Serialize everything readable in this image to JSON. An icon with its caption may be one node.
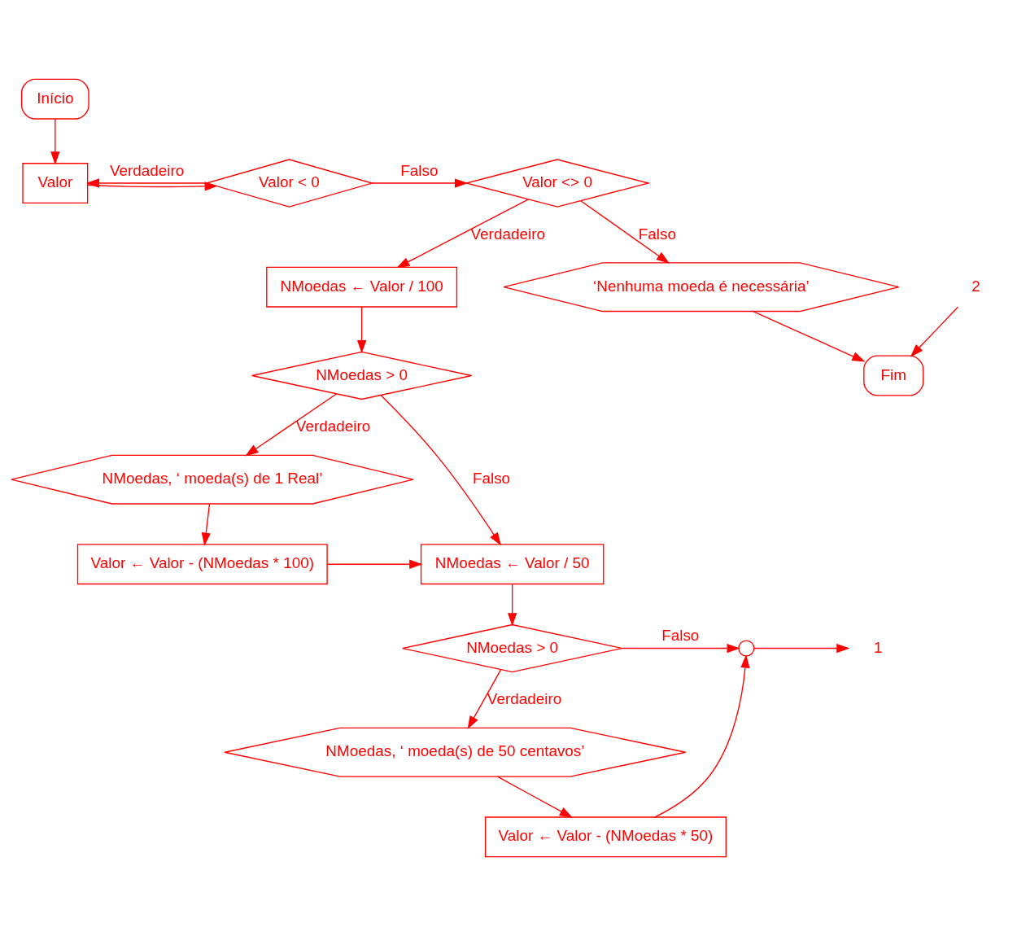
{
  "diagram": {
    "nodes": [
      {
        "text": [
          "Início"
        ]
      },
      {
        "text": [
          "Valor"
        ]
      },
      {
        "text": [
          "Valor < 0"
        ]
      },
      {
        "text": [
          "Valor <> 0"
        ]
      },
      {
        "text": [
          "NMoedas ← Valor / 100"
        ]
      },
      {
        "text": [
          "‘Nenhuma moeda é necessária’"
        ]
      },
      {
        "text": [
          "NMoedas > 0"
        ]
      },
      {
        "text": [
          "Fim"
        ]
      },
      {
        "text": [
          "NMoedas, ‘ moeda(s) de 1 Real’"
        ]
      },
      {
        "text": [
          "2"
        ]
      },
      {
        "text": [
          "NMoedas ← Valor / 50"
        ]
      },
      {
        "text": [
          "Valor ← Valor - (NMoedas * 100)"
        ]
      },
      {
        "text": [
          "NMoedas > 0"
        ]
      },
      {
        "text": [],
        "shape": "circle"
      },
      {
        "text": [
          "1"
        ]
      },
      {
        "text": [
          "NMoedas, ‘ moeda(s) de 50 centavos’"
        ]
      },
      {
        "text": [
          "Valor ← Valor - (NMoedas * 50)"
        ]
      }
    ],
    "edges": [
      {
        "from": 0,
        "to": 1,
        "arrow": "to"
      },
      {
        "from": 1,
        "to": 2,
        "arrow": "to"
      },
      {
        "from": 2,
        "to": 1,
        "arrow": "to",
        "label": "Verdadeiro"
      },
      {
        "from": 2,
        "to": 3,
        "arrow": "to",
        "label": "Falso"
      },
      {
        "from": 3,
        "to": 5,
        "arrow": "to",
        "label": "Falso"
      },
      {
        "from": 3,
        "to": 4,
        "arrow": "to",
        "label": "Verdadeiro"
      },
      {
        "from": 4,
        "to": 6,
        "arrow": "to"
      },
      {
        "from": 5,
        "to": 7,
        "arrow": "to"
      },
      {
        "from": 6,
        "to": 10,
        "arrow": "to",
        "label": "Falso"
      },
      {
        "from": 6,
        "to": 8,
        "arrow": "to",
        "label": "Verdadeiro"
      },
      {
        "from": 9,
        "to": 7,
        "arrow": "to"
      },
      {
        "from": 8,
        "to": 11,
        "arrow": "to"
      },
      {
        "from": 11,
        "to": 10,
        "arrow": "to"
      },
      {
        "from": 10,
        "to": 12,
        "arrow": "to"
      },
      {
        "from": 12,
        "to": 13,
        "arrow": "to",
        "label": "Falso"
      },
      {
        "from": 13,
        "to": 14,
        "arrow": "to"
      },
      {
        "from": 12,
        "to": 15,
        "arrow": "to",
        "label": "Verdadeiro"
      },
      {
        "from": 15,
        "to": 16,
        "arrow": "to"
      },
      {
        "from": 16,
        "to": 13,
        "arrow": "to"
      }
    ]
  }
}
